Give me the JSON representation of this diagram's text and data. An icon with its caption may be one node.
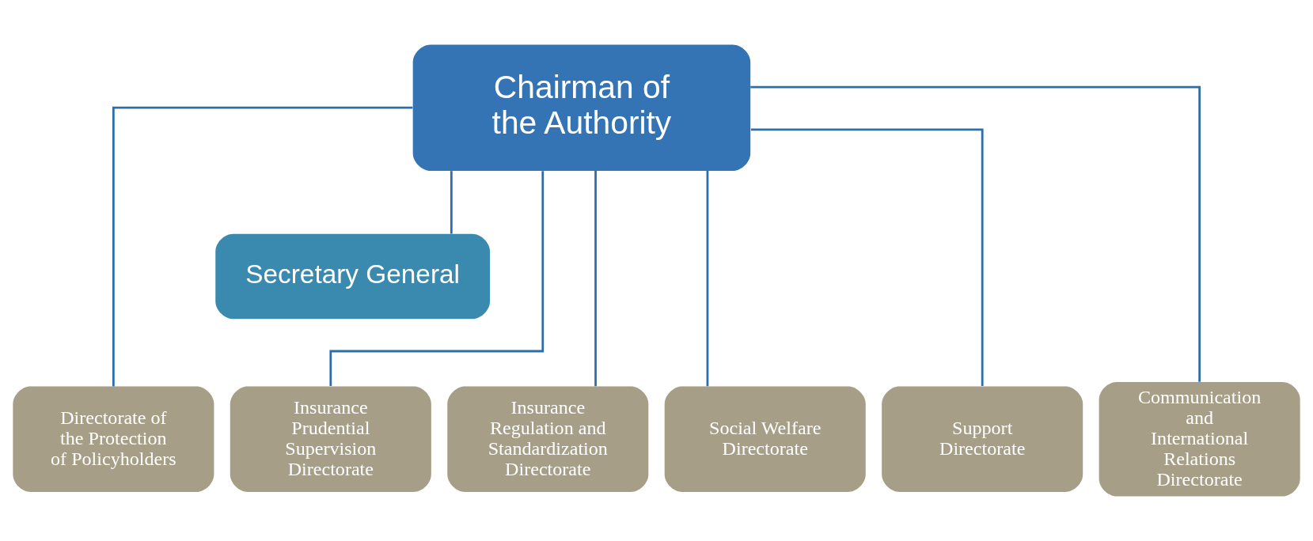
{
  "diagram": {
    "nodes": [
      {
        "text": [
          "Chairman of the Authority"
        ]
      },
      {
        "text": [
          "Secretary General"
        ]
      },
      {
        "text": [
          "Directorate of the Protection of Policyholders"
        ]
      },
      {
        "text": [
          "Insurance Prudential Supervision Directorate"
        ]
      },
      {
        "text": [
          "Insurance Regulation and Standardization Directorate"
        ]
      },
      {
        "text": [
          "Social Welfare Directorate"
        ]
      },
      {
        "text": [
          "Support Directorate"
        ]
      },
      {
        "text": [
          "Communication and International Relations Directorate"
        ]
      }
    ],
    "edges": [
      {
        "from": 0,
        "to": 1,
        "arrow": "none"
      },
      {
        "from": 0,
        "to": 2,
        "arrow": "none"
      },
      {
        "from": 0,
        "to": 3,
        "arrow": "none"
      },
      {
        "from": 0,
        "to": 4,
        "arrow": "none"
      },
      {
        "from": 0,
        "to": 5,
        "arrow": "none"
      },
      {
        "from": 0,
        "to": 6,
        "arrow": "none"
      },
      {
        "from": 0,
        "to": 7,
        "arrow": "none"
      }
    ]
  }
}
